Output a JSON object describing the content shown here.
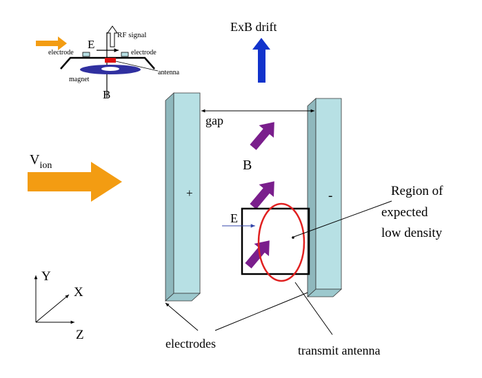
{
  "inset": {
    "e_label": "E",
    "rf_signal": "RF signal",
    "electrode_left": "electrode",
    "electrode_right": "electrode",
    "antenna": "antenna",
    "magnet": "magnet",
    "b_label": "B"
  },
  "drift_label": "ExB drift",
  "gap_label": "gap",
  "v_ion": {
    "main": "V",
    "sub": "ion"
  },
  "b_label": "B",
  "e_label": "E",
  "plus_sign": "+",
  "minus_sign": "-",
  "region_label": [
    "Region of",
    "expected",
    "low density"
  ],
  "electrodes_label": "electrodes",
  "antenna_label": "transmit antenna",
  "axes": {
    "y": "Y",
    "x": "X",
    "z": "Z"
  },
  "colors": {
    "electrode_front": "#b7e0e4",
    "electrode_side": "#8fb8bd",
    "ion_arrow": "#f39c12",
    "b_arrow": "#7a1e8c",
    "drift_arrow": "#1133cc",
    "region_ellipse": "#e02020",
    "e_arrow": "#3344aa",
    "magnet": "#3030a0",
    "antenna_chip": "#dd1111"
  }
}
